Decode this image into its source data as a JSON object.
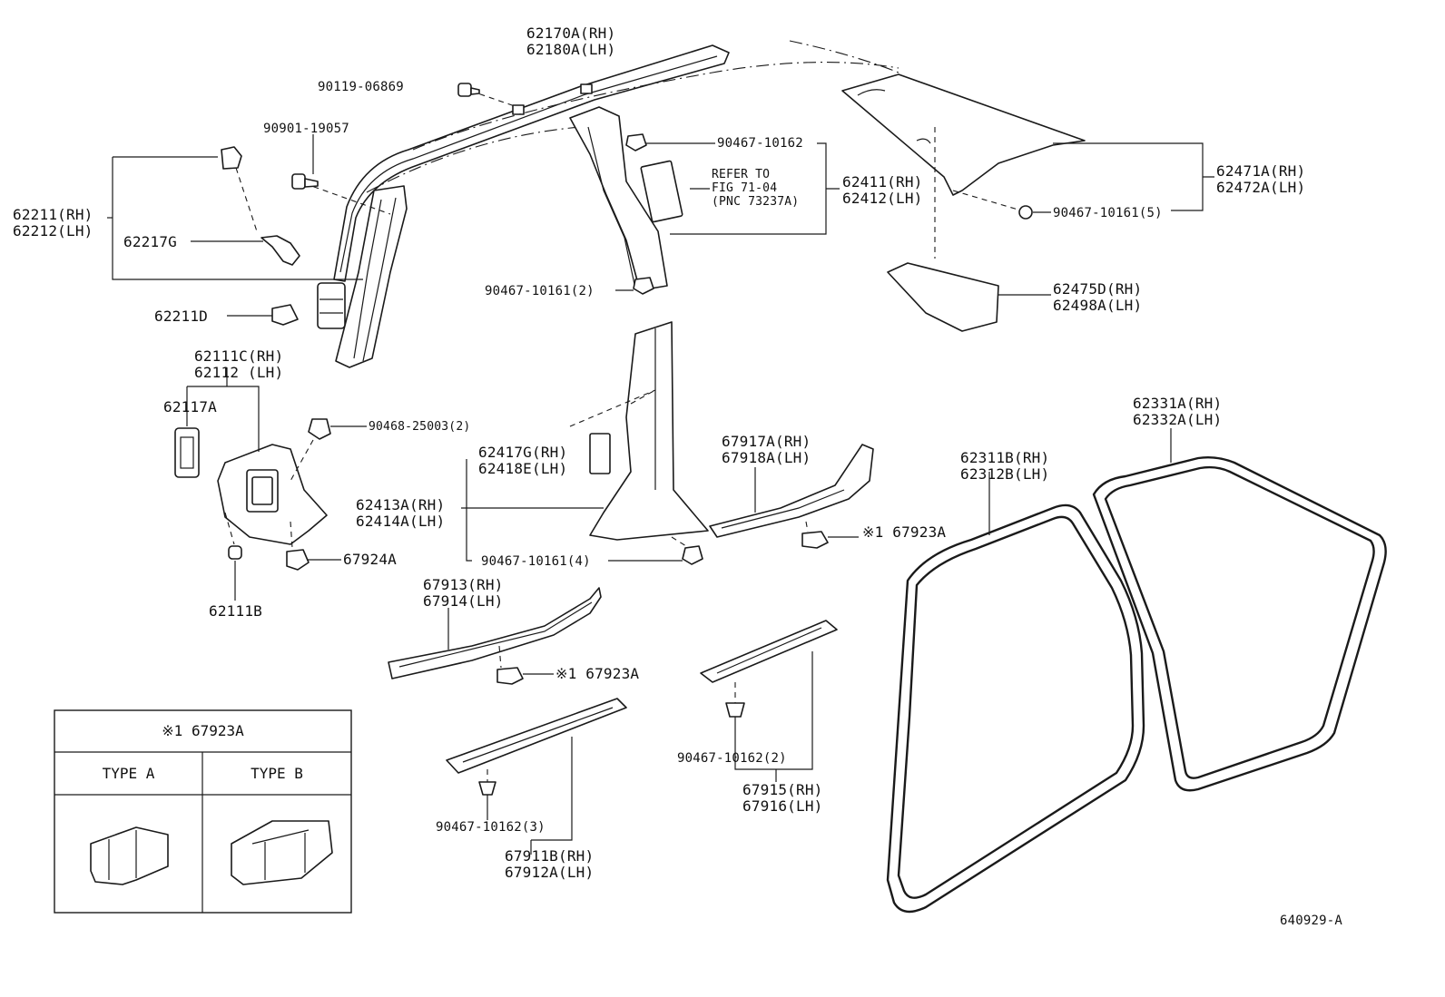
{
  "diagram_id": "640929-A",
  "labels": {
    "l62170A": {
      "line1": "62170A(RH)",
      "line2": "62180A(LH)"
    },
    "l90119": "90119-06869",
    "l90901": "90901-19057",
    "l62211": {
      "line1": "62211(RH)",
      "line2": "62212(LH)"
    },
    "l62217G": "62217G",
    "l62211D": "62211D",
    "l90467_10162_top": "90467-10162",
    "l_refer": {
      "line1": "REFER TO",
      "line2": "FIG 71-04",
      "line3": "(PNC 73237A)"
    },
    "l62411": {
      "line1": "62411(RH)",
      "line2": "62412(LH)"
    },
    "l90467_10161_2": "90467-10161(2)",
    "l62471A": {
      "line1": "62471A(RH)",
      "line2": "62472A(LH)"
    },
    "l90467_10161_5": "90467-10161(5)",
    "l62475D": {
      "line1": "62475D(RH)",
      "line2": "62498A(LH)"
    },
    "l62111C": {
      "line1": "62111C(RH)",
      "line2": "62112  (LH)"
    },
    "l62117A": "62117A",
    "l90468": "90468-25003(2)",
    "l62417G": {
      "line1": "62417G(RH)",
      "line2": "62418E(LH)"
    },
    "l62413A": {
      "line1": "62413A(RH)",
      "line2": "62414A(LH)"
    },
    "l90467_10161_4": "90467-10161(4)",
    "l67924A": "67924A",
    "l62111B": "62111B",
    "l67917A": {
      "line1": "67917A(RH)",
      "line2": "67918A(LH)"
    },
    "l67923A_right": "※1 67923A",
    "l62311B": {
      "line1": "62311B(RH)",
      "line2": "62312B(LH)"
    },
    "l62331A": {
      "line1": "62331A(RH)",
      "line2": "62332A(LH)"
    },
    "l67913": {
      "line1": "67913(RH)",
      "line2": "67914(LH)"
    },
    "l67923A_mid": "※1 67923A",
    "l90467_10162_2": "90467-10162(2)",
    "l67915": {
      "line1": "67915(RH)",
      "line2": "67916(LH)"
    },
    "l90467_10162_3": "90467-10162(3)",
    "l67911B": {
      "line1": "67911B(RH)",
      "line2": "67912A(LH)"
    }
  },
  "legend": {
    "title": "※1 67923A",
    "type_a": "TYPE  A",
    "type_b": "TYPE  B"
  }
}
